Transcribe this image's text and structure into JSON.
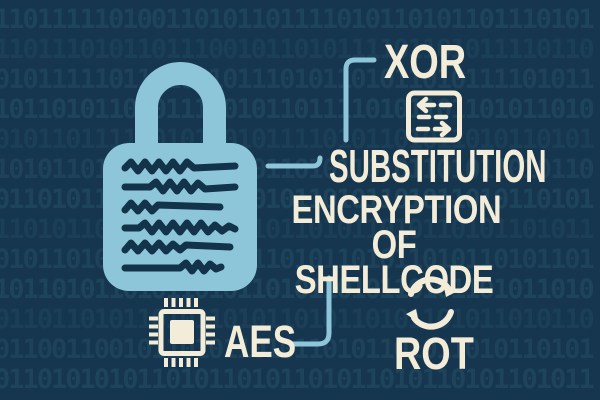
{
  "diagram": {
    "title_line1": "ENCRYPTION",
    "title_line2": "OF SHELLCODE",
    "methods": {
      "xor": "XOR",
      "substitution": "SUBSTITUTION",
      "aes": "AES",
      "rot": "ROT"
    },
    "icons": {
      "center": "padlock-icon",
      "substitution": "substitution-mapping-icon",
      "aes": "cpu-chip-icon",
      "rot": "rotate-arrows-icon"
    }
  },
  "colors": {
    "background": "#15364e",
    "binary_digits": "#1f455c",
    "accent_light_blue": "#8dc6d9",
    "text_cream": "#f3ecd8",
    "lock_scribble_dark": "#123349"
  },
  "background": {
    "binary_rows": [
      "110111110100110101101111010110101101110101",
      "110111010110111001011010111101101011110110",
      "010111110110100101110101101011010111101011",
      "101101011010111101011011110101101101011010",
      "010110111100101101011110101101011010110101",
      "101011010110101101011010110101101011010110",
      "011010110101101011010110101101011010110101",
      "110101101011010110101101011010110101101011",
      "010110101101011010110101101011010110101101",
      "101101011010110101101011010110101101011010",
      "011011010110101101011010110101101011010110",
      "011001100101101011010110101101011010110101",
      "011010101011010110101101011010110101101011"
    ]
  }
}
